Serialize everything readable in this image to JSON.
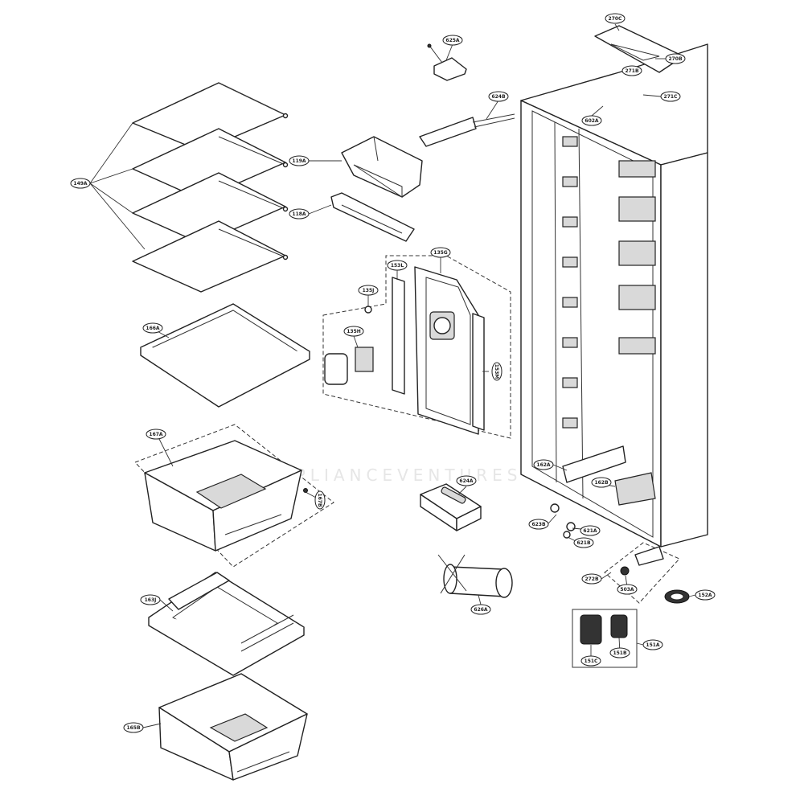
{
  "watermark": "APPLIANCEVENTURES",
  "callouts": [
    {
      "id": "c149A",
      "label": "149A"
    },
    {
      "id": "c166A",
      "label": "166A"
    },
    {
      "id": "c167A",
      "label": "167A"
    },
    {
      "id": "c167B",
      "label": "167B"
    },
    {
      "id": "c163J",
      "label": "163J"
    },
    {
      "id": "c165B",
      "label": "165B"
    },
    {
      "id": "c119A",
      "label": "119A"
    },
    {
      "id": "c118A",
      "label": "118A"
    },
    {
      "id": "c625A",
      "label": "625A"
    },
    {
      "id": "c624B",
      "label": "624B"
    },
    {
      "id": "c135J",
      "label": "135J"
    },
    {
      "id": "c135H",
      "label": "135H"
    },
    {
      "id": "c153L",
      "label": "153L"
    },
    {
      "id": "c135G",
      "label": "135G"
    },
    {
      "id": "c153M",
      "label": "153M"
    },
    {
      "id": "c624A",
      "label": "624A"
    },
    {
      "id": "c626A",
      "label": "626A"
    },
    {
      "id": "c270C",
      "label": "270C"
    },
    {
      "id": "c270B",
      "label": "270B"
    },
    {
      "id": "c271B",
      "label": "271B"
    },
    {
      "id": "c271C",
      "label": "271C"
    },
    {
      "id": "c602A",
      "label": "602A"
    },
    {
      "id": "c162A",
      "label": "162A"
    },
    {
      "id": "c162B",
      "label": "162B"
    },
    {
      "id": "c623B",
      "label": "623B"
    },
    {
      "id": "c621A",
      "label": "621A"
    },
    {
      "id": "c621B",
      "label": "621B"
    },
    {
      "id": "c272B",
      "label": "272B"
    },
    {
      "id": "c503A",
      "label": "503A"
    },
    {
      "id": "c152A",
      "label": "152A"
    },
    {
      "id": "c151A",
      "label": "151A"
    },
    {
      "id": "c151C",
      "label": "151C"
    },
    {
      "id": "c151B",
      "label": "151B"
    }
  ]
}
